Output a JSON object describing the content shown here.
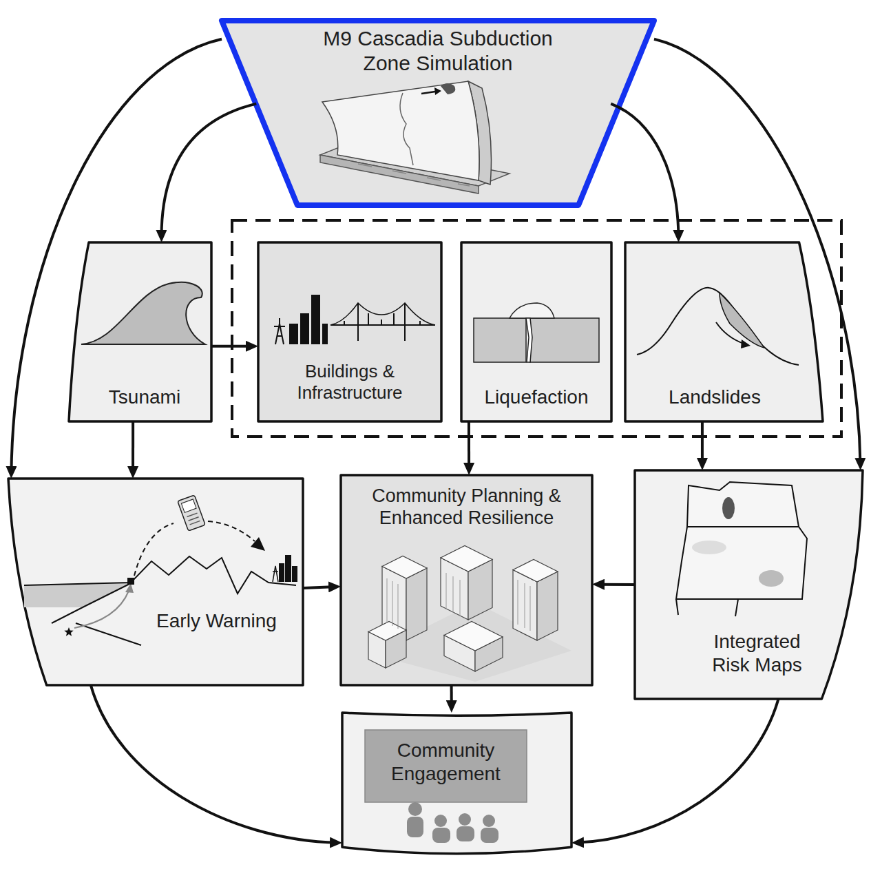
{
  "diagram": {
    "nodes": [
      {
        "text": [
          "M9 Cascadia Subduction Zone Simulation"
        ]
      },
      {
        "text": [
          "Tsunami"
        ]
      },
      {
        "text": [
          "Buildings & Infrastructure"
        ]
      },
      {
        "text": [
          "Liquefaction"
        ]
      },
      {
        "text": [
          "Landslides"
        ]
      },
      {
        "text": [
          "Early Warning"
        ]
      },
      {
        "text": [
          "Community Planning & Enhanced Resilience"
        ]
      },
      {
        "text": [
          "Integrated Risk Maps"
        ]
      },
      {
        "text": [
          "Community Engagement"
        ]
      }
    ],
    "edges": [
      {
        "from": 0,
        "to": 1,
        "arrow": "to"
      },
      {
        "from": 0,
        "to": 4,
        "arrow": "to"
      },
      {
        "from": 0,
        "to": 5,
        "arrow": "to"
      },
      {
        "from": 0,
        "to": 7,
        "arrow": "to"
      },
      {
        "from": 1,
        "to": 2,
        "arrow": "to"
      },
      {
        "from": 1,
        "to": 5,
        "arrow": "to"
      },
      {
        "from": 3,
        "to": 6,
        "arrow": "to"
      },
      {
        "from": 4,
        "to": 7,
        "arrow": "to"
      },
      {
        "from": 5,
        "to": 6,
        "arrow": "to"
      },
      {
        "from": 7,
        "to": 6,
        "arrow": "to"
      },
      {
        "from": 6,
        "to": 8,
        "arrow": "to"
      },
      {
        "from": 5,
        "to": 8,
        "arrow": "to"
      },
      {
        "from": 7,
        "to": 8,
        "arrow": "to"
      }
    ]
  }
}
